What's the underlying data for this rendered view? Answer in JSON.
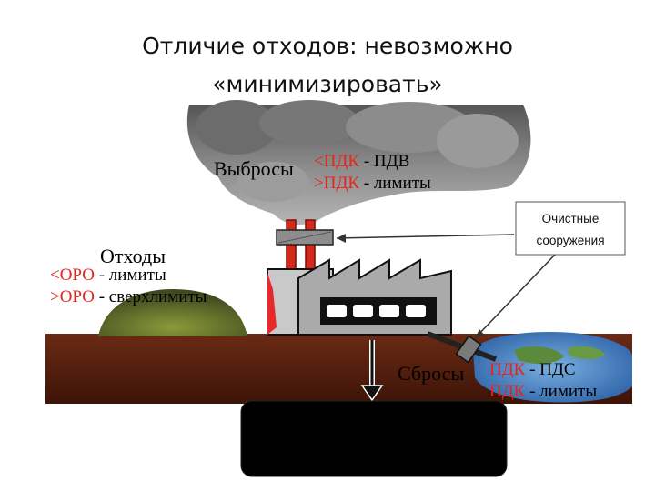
{
  "title": {
    "line1": "Отличие отходов: невозможно",
    "line2": "«минимизировать»"
  },
  "emissions": {
    "label": "Выбросы",
    "line1": {
      "prefix": "<ПДК",
      "suffix": " - ПДВ"
    },
    "line2": {
      "prefix": ">ПДК",
      "suffix": " - лимиты"
    }
  },
  "waste": {
    "label": "Отходы",
    "line1": {
      "prefix": "<ОРО",
      "suffix": " - лимиты"
    },
    "line2": {
      "prefix": ">ОРО",
      "suffix": " - сверхлимиты"
    }
  },
  "discharges": {
    "label": "Сбросы",
    "line1": {
      "prefix": "ПДК",
      "suffix": " - ПДС"
    },
    "line2": {
      "prefix": "ПДК",
      "suffix": " - лимиты"
    }
  },
  "treatment": {
    "line1": "Очистные",
    "line2": "сооружения"
  },
  "colors": {
    "red_text": "#e8231c",
    "ground": "#5a1f10",
    "smoke": "#7a7a7a",
    "factory": "#9a9a9a",
    "water": "#3f7fc4",
    "landfill": "#5f6a2a"
  }
}
